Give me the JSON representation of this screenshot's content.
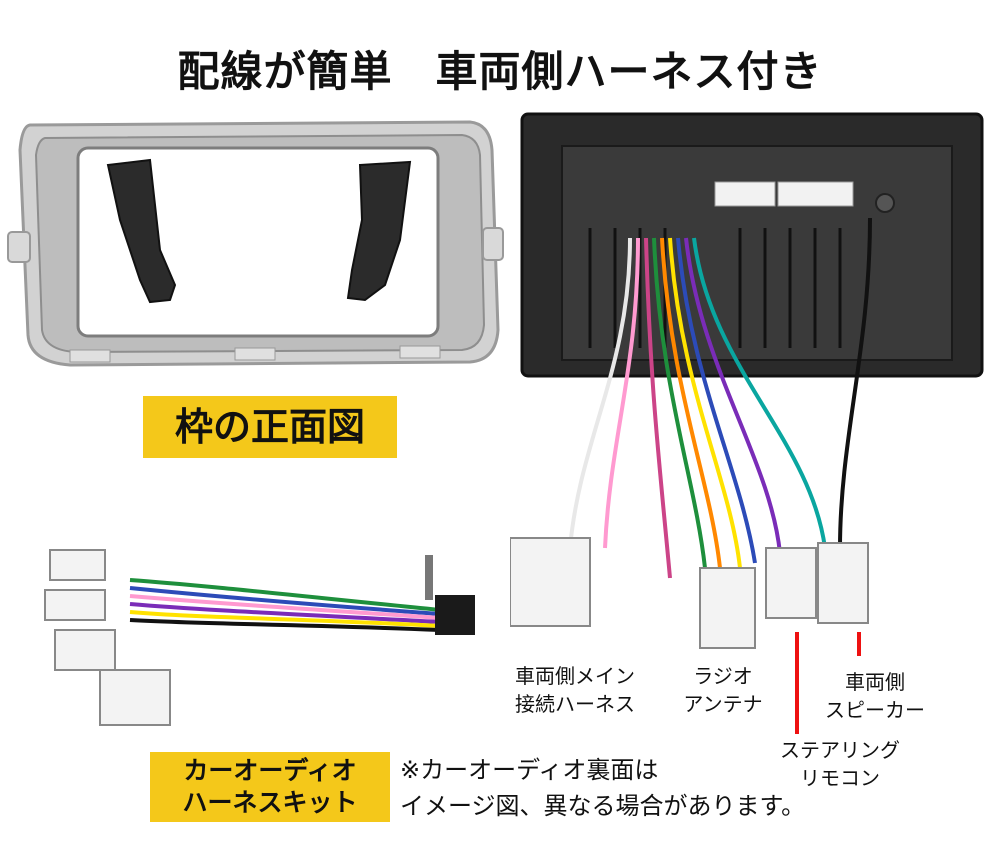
{
  "title": "配線が簡単　車両側ハーネス付き",
  "frame_label": "枠の正面図",
  "kit_label": {
    "line1": "カーオーディオ",
    "line2": "ハーネスキット"
  },
  "callouts": {
    "main_harness": {
      "line1": "車両側メイン",
      "line2": "接続ハーネス"
    },
    "radio_antenna": {
      "line1": "ラジオ",
      "line2": "アンテナ"
    },
    "steering_remote": {
      "line1": "ステアリング",
      "line2": "リモコン"
    },
    "vehicle_speaker": {
      "line1": "車両側",
      "line2": "スピーカー"
    }
  },
  "note": {
    "line1": "※カーオーディオ裏面は",
    "line2": "イメージ図、異なる場合があります。"
  },
  "colors": {
    "label_bg": "#f4c81a",
    "red_marker": "#ee1111",
    "frame_silver": "#c9c9c9"
  }
}
